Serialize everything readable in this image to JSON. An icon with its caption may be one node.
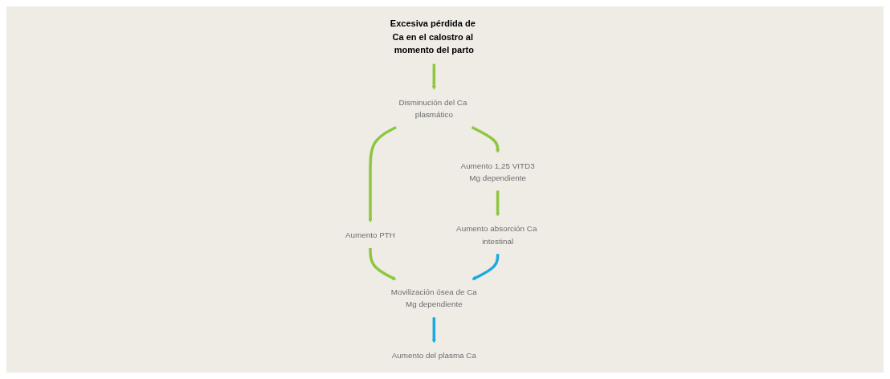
{
  "diagram": {
    "nodes": [
      {
        "text": [
          "Excesiva pérdida de Ca en el calostro al momento del parto"
        ]
      },
      {
        "text": [
          "Disminución del Ca plasmático"
        ]
      },
      {
        "text": [
          "Aumento del plasma Ca"
        ]
      },
      {
        "text": [
          "Aumento 1,25 VITD3",
          "Mg dependiente"
        ]
      },
      {
        "text": [
          "Aumento PTH"
        ]
      },
      {
        "text": [
          "Aumento absorción Ca intestinal"
        ]
      },
      {
        "text": [
          "Movilización ósea de Ca",
          "Mg dependiente"
        ]
      }
    ],
    "edges": [
      {
        "from": 0,
        "to": 1,
        "arrow": "to"
      },
      {
        "from": 1,
        "to": 3,
        "arrow": "to"
      },
      {
        "from": 1,
        "to": 4,
        "arrow": "to"
      },
      {
        "from": 3,
        "to": 5,
        "arrow": "to"
      },
      {
        "from": 4,
        "to": 6,
        "arrow": "to"
      },
      {
        "from": 5,
        "to": 6,
        "arrow": "to",
        "color": "#1ba9e1"
      },
      {
        "from": 6,
        "to": 2,
        "arrow": "to",
        "color": "#1ba9e1"
      }
    ]
  }
}
